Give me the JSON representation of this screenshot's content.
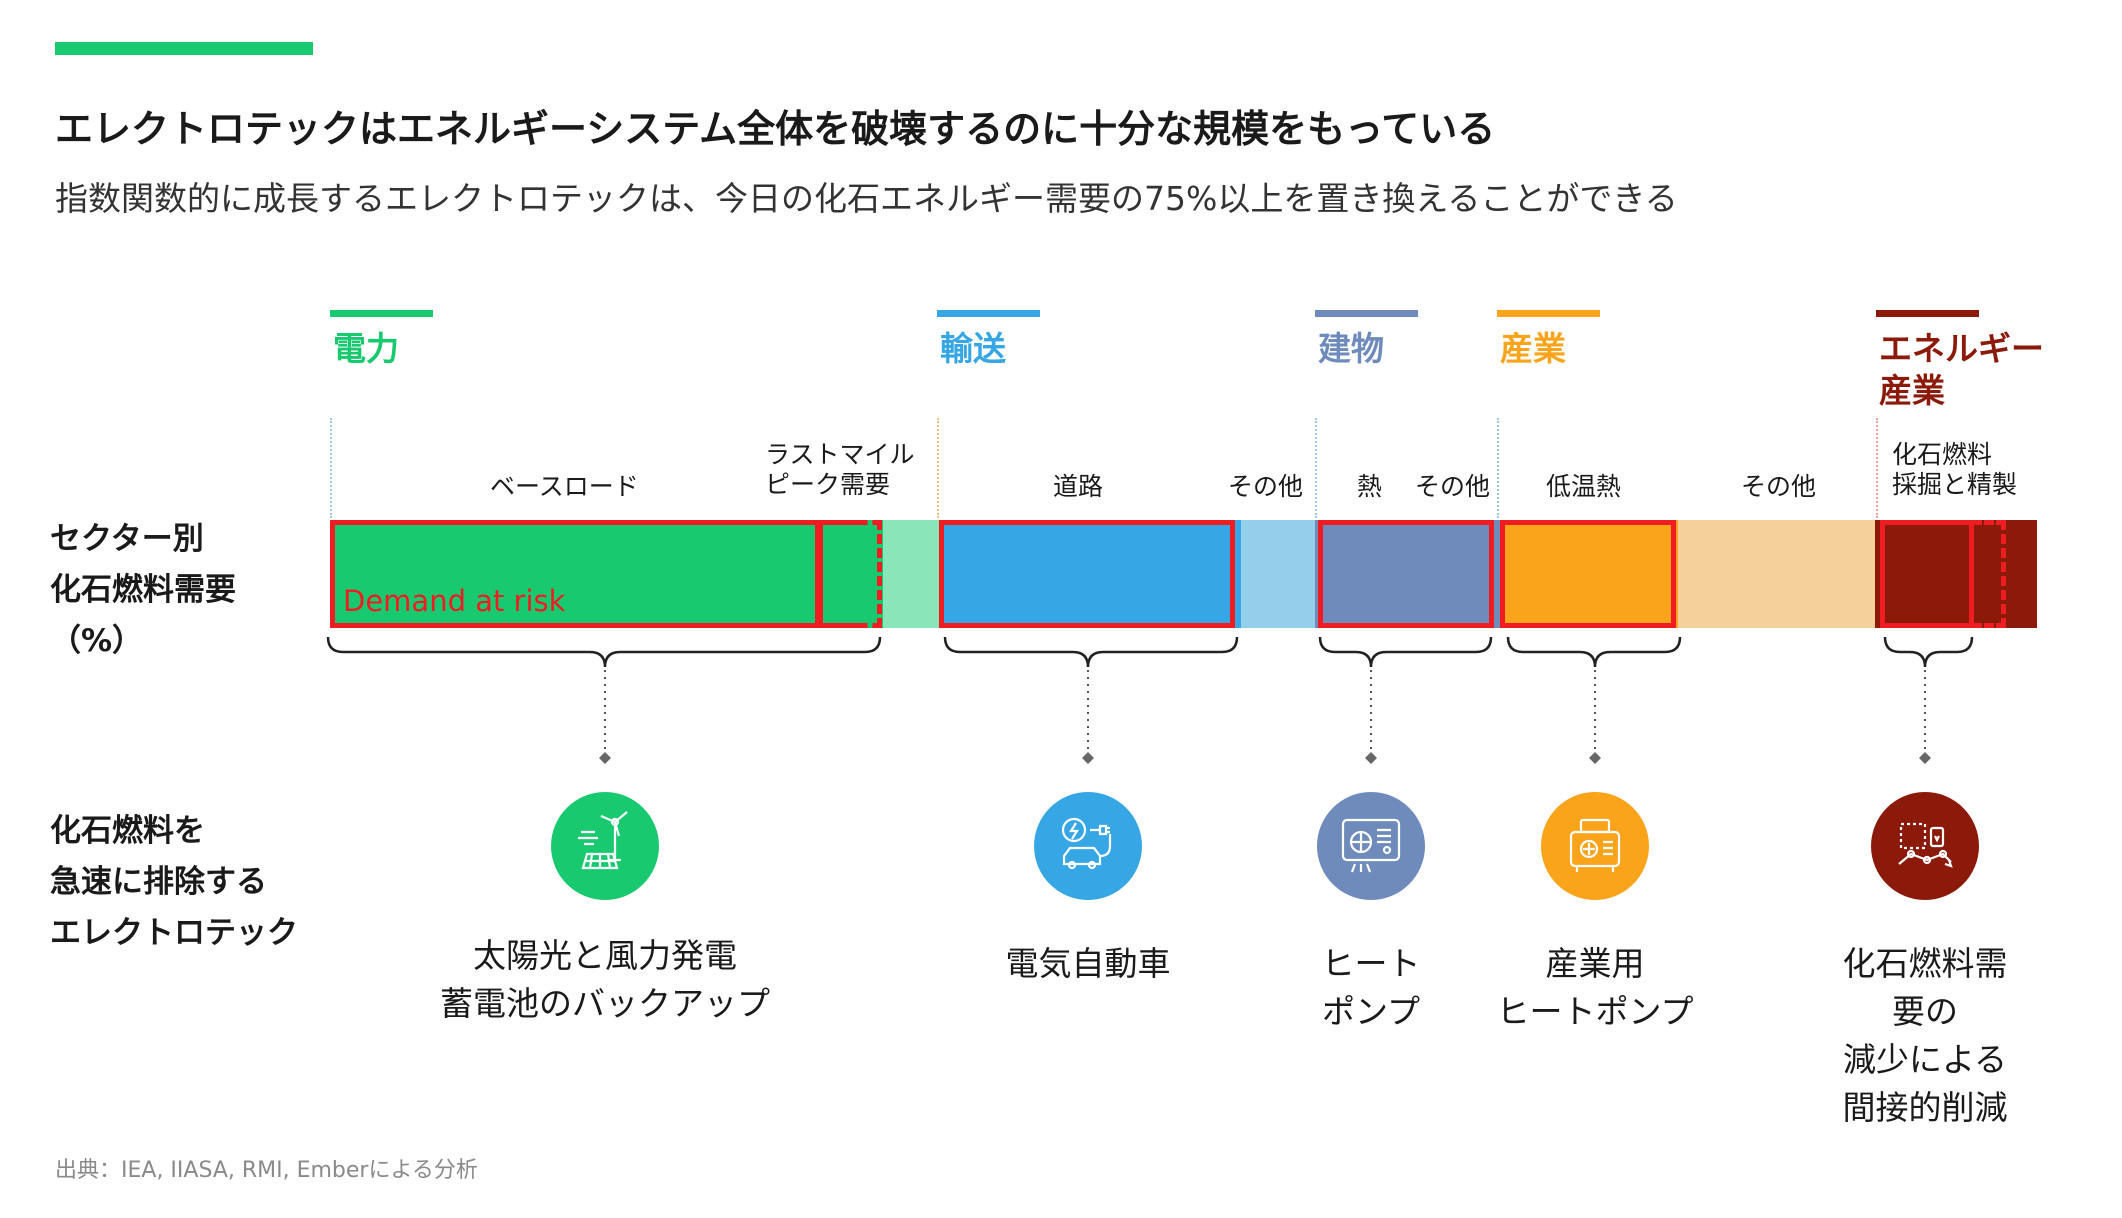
{
  "title": "エレクトロテックはエネルギーシステム全体を破壊するのに十分な規模をもっている",
  "subtitle": "指数関数的に成長するエレクトロテックは、今日の化石エネルギー需要の75%以上を置き換えることができる",
  "sectors": [
    {
      "label": "電力",
      "color": "#19c96f"
    },
    {
      "label": "輸送",
      "color": "#36a7e4"
    },
    {
      "label": "建物",
      "color": "#6e8bbb"
    },
    {
      "label": "産業",
      "color": "#f9a41b"
    },
    {
      "label": "エネルギー\n産業",
      "color": "#8b1a0b"
    }
  ],
  "sub_labels": {
    "baseload": "ベースロード",
    "lastmile": "ラストマイル\nピーク需要",
    "road": "道路",
    "transport_other": "その他",
    "heat": "熱",
    "buildings_other": "その他",
    "lowtemp": "低温熱",
    "industry_other": "その他",
    "fossil": "化石燃料\n採掘と精製"
  },
  "row_labels": {
    "demand": "セクター別\n化石燃料需要\n（%）",
    "electrotech": "化石燃料を\n急速に排除する\nエレクトロテック"
  },
  "legend": {
    "demand_at_risk": "Demand at risk",
    "risk_color": "#ef1c22"
  },
  "solutions": [
    {
      "icon": "solar-wind-icon",
      "text": "太陽光と風力発電\n蓄電池のバックアップ",
      "color": "#19c96f"
    },
    {
      "icon": "ev-icon",
      "text": "電気自動車",
      "color": "#36a7e4"
    },
    {
      "icon": "heat-pump-icon",
      "text": "ヒート\nポンプ",
      "color": "#6e8bbb"
    },
    {
      "icon": "industrial-heat-pump-icon",
      "text": "産業用\nヒートポンプ",
      "color": "#f9a41b"
    },
    {
      "icon": "fossil-reduction-icon",
      "text": "化石燃料需要の\n減少による\n間接的削減",
      "color": "#8b1a0b"
    }
  ],
  "source": "出典：IEA, IIASA, RMI, Emberによる分析"
}
